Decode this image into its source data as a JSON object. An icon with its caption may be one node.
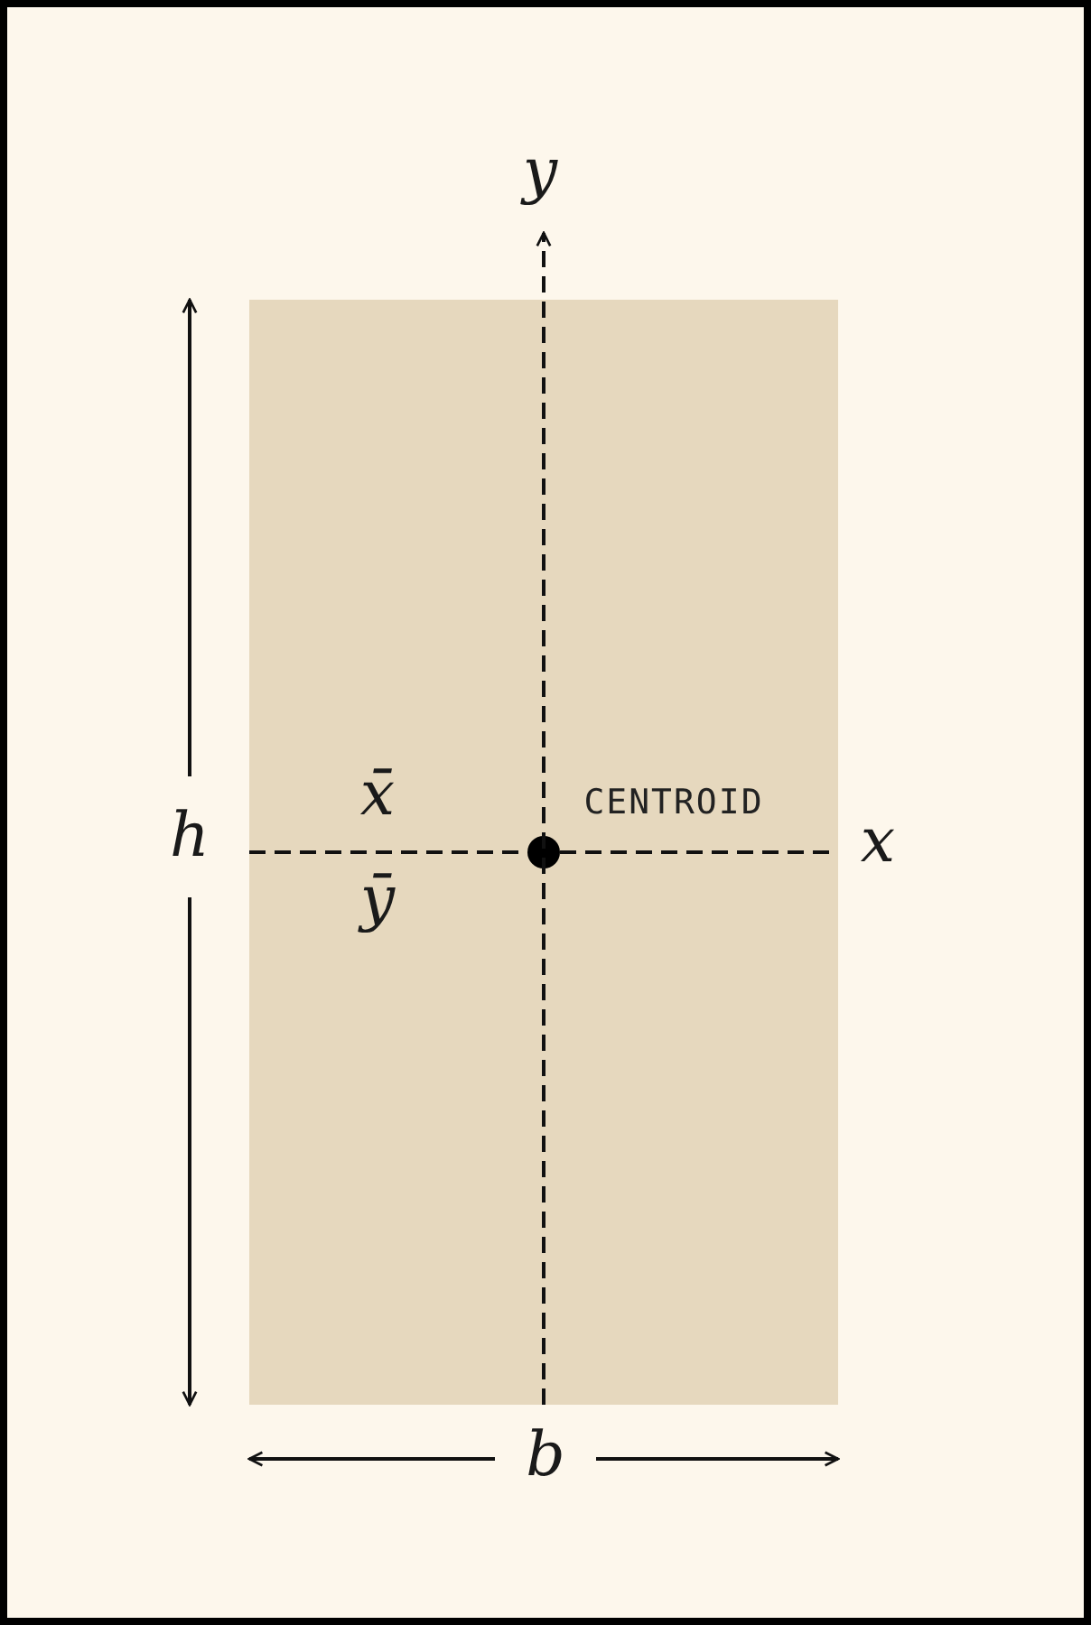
{
  "diagram": {
    "nodes": [
      {
        "text": [],
        "shape": "box"
      },
      {
        "text": [],
        "shape": "circle",
        "in": 0,
        "beside": [
          "CENTROID"
        ]
      }
    ],
    "labels": [
      "y",
      "x̄",
      "h",
      "x",
      "ȳ",
      "b"
    ]
  }
}
